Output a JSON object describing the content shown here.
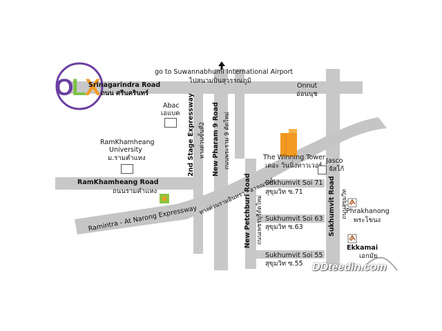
{
  "brand": {
    "logo_text": "OLX",
    "watermark": "DDteedin.com"
  },
  "airport": {
    "line1": "go to Suwannabhumi International Airport",
    "line2": "ไปสนามบินสุวรรณภูมิ",
    "arrow_icon": "up-arrow-icon"
  },
  "roads": {
    "srinagarindra_en": "Srinagarindra Road",
    "srinagarindra_th": "ถนน ศรีนครินทร์",
    "ramkhamheang_en": "RamKhamheang Road",
    "ramkhamheang_th": "ถนนรามคำแหง",
    "stage2_en": "2nd Stage Expressway",
    "stage2_th": "ทางด่วนขั้นที่2",
    "pharam9_en": "New Pharam 9 Road",
    "pharam9_th": "ถนนพระราม 9 ตัดใหม่",
    "expressway_en": "Ramintra - At Narong Expressway",
    "expressway_th": "ทางด่วนรามอินทรา - อาจณรงค์",
    "petchburi_en": "New Petchburi Road",
    "petchburi_th": "ถนนเพชรบุรีตัดใหม่",
    "sukhumvit_en": "Sukhumvit Road",
    "sukhumvit_th": "ถนนสุขุมวิท"
  },
  "places": {
    "abac_en": "Abac",
    "abac_th": "เอแบค",
    "ru_en1": "RamKhamheang",
    "ru_en2": "University",
    "ru_th": "ม.รามคำแหง",
    "onnut_en": "Onnut",
    "onnut_th": "อ่อนนุช",
    "winning_en": "The Winning Tower",
    "winning_th": "เดอะ วินนิ่งทาวเวอร์",
    "jasco_en": "Jasco",
    "jasco_th": "จัสโก้",
    "soi71_en": "Sukhumvit Soi 71",
    "soi71_th": "สุขุมวิท ซ.71",
    "soi63_en": "Sukhumvit Soi 63",
    "soi63_th": "สุขุมวิท ซ.63",
    "soi55_en": "Sukhumvit Soi 55",
    "soi55_th": "สุขุมวิท ซ.55",
    "phrakhanong_en": "Phrakhanong",
    "phrakhanong_th": "พระโขนง",
    "ekkamai_en": "Ekkamai",
    "ekkamai_th": "เอกมัย"
  },
  "icons": {
    "station": "bts-station-icon",
    "fuel": "gas-station-icon",
    "building": "tower-building-icon"
  },
  "colors": {
    "road": "#c8c8c8",
    "expressway": "#c5c5c5",
    "tower": "#f39a21",
    "fuel": "#8bc53f",
    "olx_purple": "#6b3fa0",
    "olx_orange": "#f39a21",
    "olx_green": "#7dc242"
  }
}
